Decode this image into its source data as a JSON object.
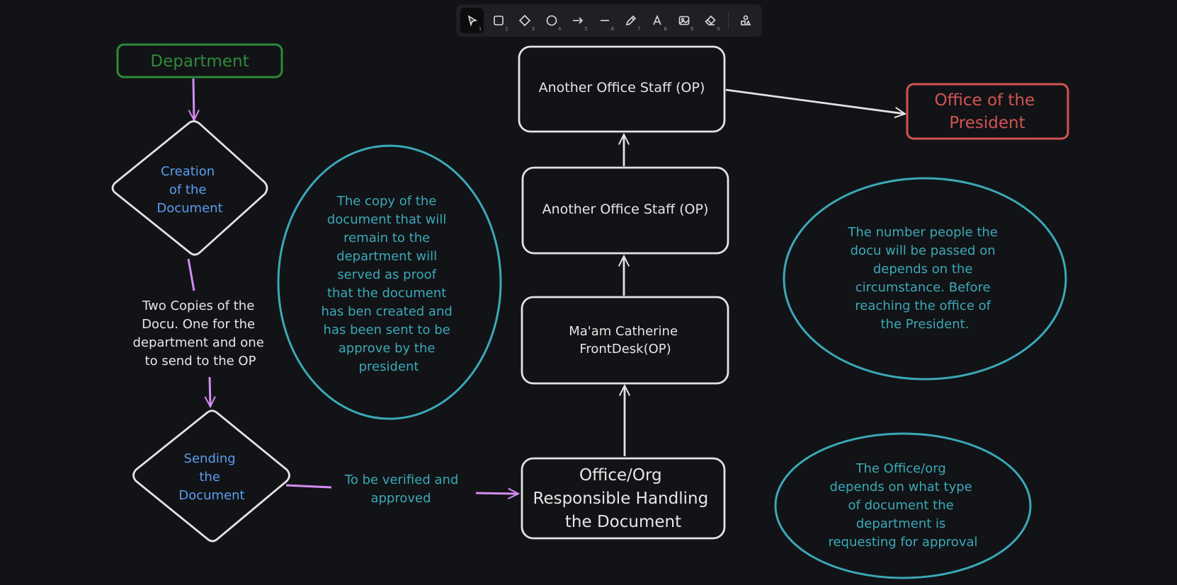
{
  "toolbar": {
    "tools": [
      {
        "icon": "pointer-icon",
        "key": "1"
      },
      {
        "icon": "rectangle-icon",
        "key": "2"
      },
      {
        "icon": "diamond-icon",
        "key": "3"
      },
      {
        "icon": "ellipse-icon",
        "key": "4"
      },
      {
        "icon": "arrow-icon",
        "key": "5"
      },
      {
        "icon": "line-icon",
        "key": "6"
      },
      {
        "icon": "pencil-icon",
        "key": "7"
      },
      {
        "icon": "text-icon",
        "key": "8"
      },
      {
        "icon": "image-icon",
        "key": "9"
      },
      {
        "icon": "eraser-icon",
        "key": "0"
      },
      {
        "icon": "shapes-icon",
        "key": ""
      }
    ]
  },
  "colors": {
    "background": "#121316",
    "stroke": "#e3e3e3",
    "green": "#2f8a3a",
    "blue": "#5a9cf0",
    "teal": "#3aa9b8",
    "red": "#d35353",
    "purple": "#d58cf2",
    "white_text": "#e6e6e6"
  },
  "nodes": {
    "department": "Department",
    "creation": [
      "Creation",
      "of the",
      "Document"
    ],
    "two_copies": [
      "Two Copies of the",
      "Docu. One for the",
      "department and one",
      "to send to the OP"
    ],
    "sending": [
      "Sending",
      "the",
      "Document"
    ],
    "verify": [
      "To be verified and",
      "approved"
    ],
    "office_org": [
      "Office/Org",
      "Responsible Handling",
      "the Document"
    ],
    "catherine": [
      "Ma'am Catherine",
      "FrontDesk(OP)"
    ],
    "staff1": "Another Office Staff (OP)",
    "staff2": "Another Office Staff (OP)",
    "president": [
      "Office of the",
      "President"
    ],
    "note_copy": [
      "The copy of the",
      "document that will",
      "remain to the",
      "department will",
      "served as proof",
      "that the document",
      "has ben created and",
      "has been sent to be",
      "approve by the",
      "president"
    ],
    "note_number": [
      "The number people the",
      "docu will be passed on",
      "depends on the",
      "circumstance. Before",
      "reaching the office of",
      "the President."
    ],
    "note_office": [
      "The Office/org",
      "depends on what type",
      "of document the",
      "department is",
      "requesting for approval"
    ]
  }
}
